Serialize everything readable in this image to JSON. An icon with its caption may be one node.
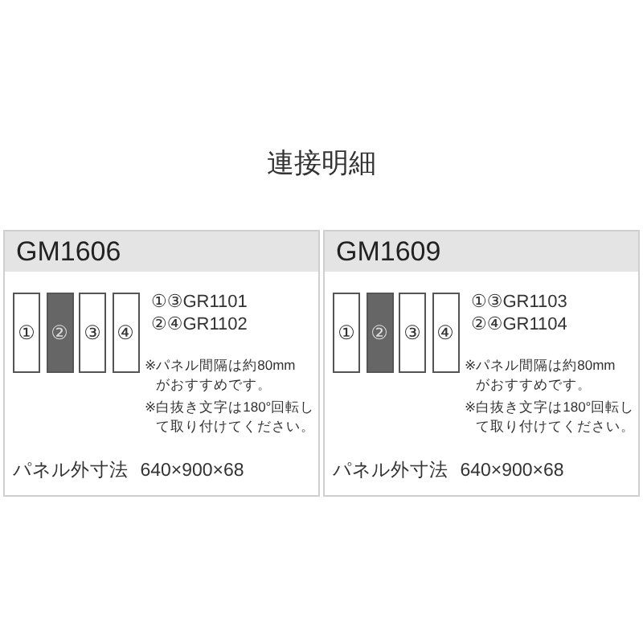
{
  "diagram": {
    "title": "連接明細",
    "nodes": [
      {
        "text": [
          "GM1606",
          "①③GR1101",
          "②④GR1102",
          "※パネル間隔は約80mmがおすすめです。",
          "※白抜き文字は180°回転して取り付けてください。",
          "パネル外寸法 640×900×68"
        ]
      },
      {
        "text": [
          "①"
        ],
        "in": 0
      },
      {
        "text": [
          "②"
        ],
        "in": 0
      },
      {
        "text": [
          "③"
        ],
        "in": 0
      },
      {
        "text": [
          "④"
        ],
        "in": 0
      },
      {
        "text": [
          "GM1609",
          "①③GR1103",
          "②④GR1104",
          "※パネル間隔は約80mmがおすすめです。",
          "※白抜き文字は180°回転して取り付けてください。",
          "パネル外寸法 640×900×68"
        ]
      },
      {
        "text": [
          "①"
        ],
        "in": 5
      },
      {
        "text": [
          "②"
        ],
        "in": 5
      },
      {
        "text": [
          "③"
        ],
        "in": 5
      },
      {
        "text": [
          "④"
        ],
        "in": 5
      }
    ]
  }
}
